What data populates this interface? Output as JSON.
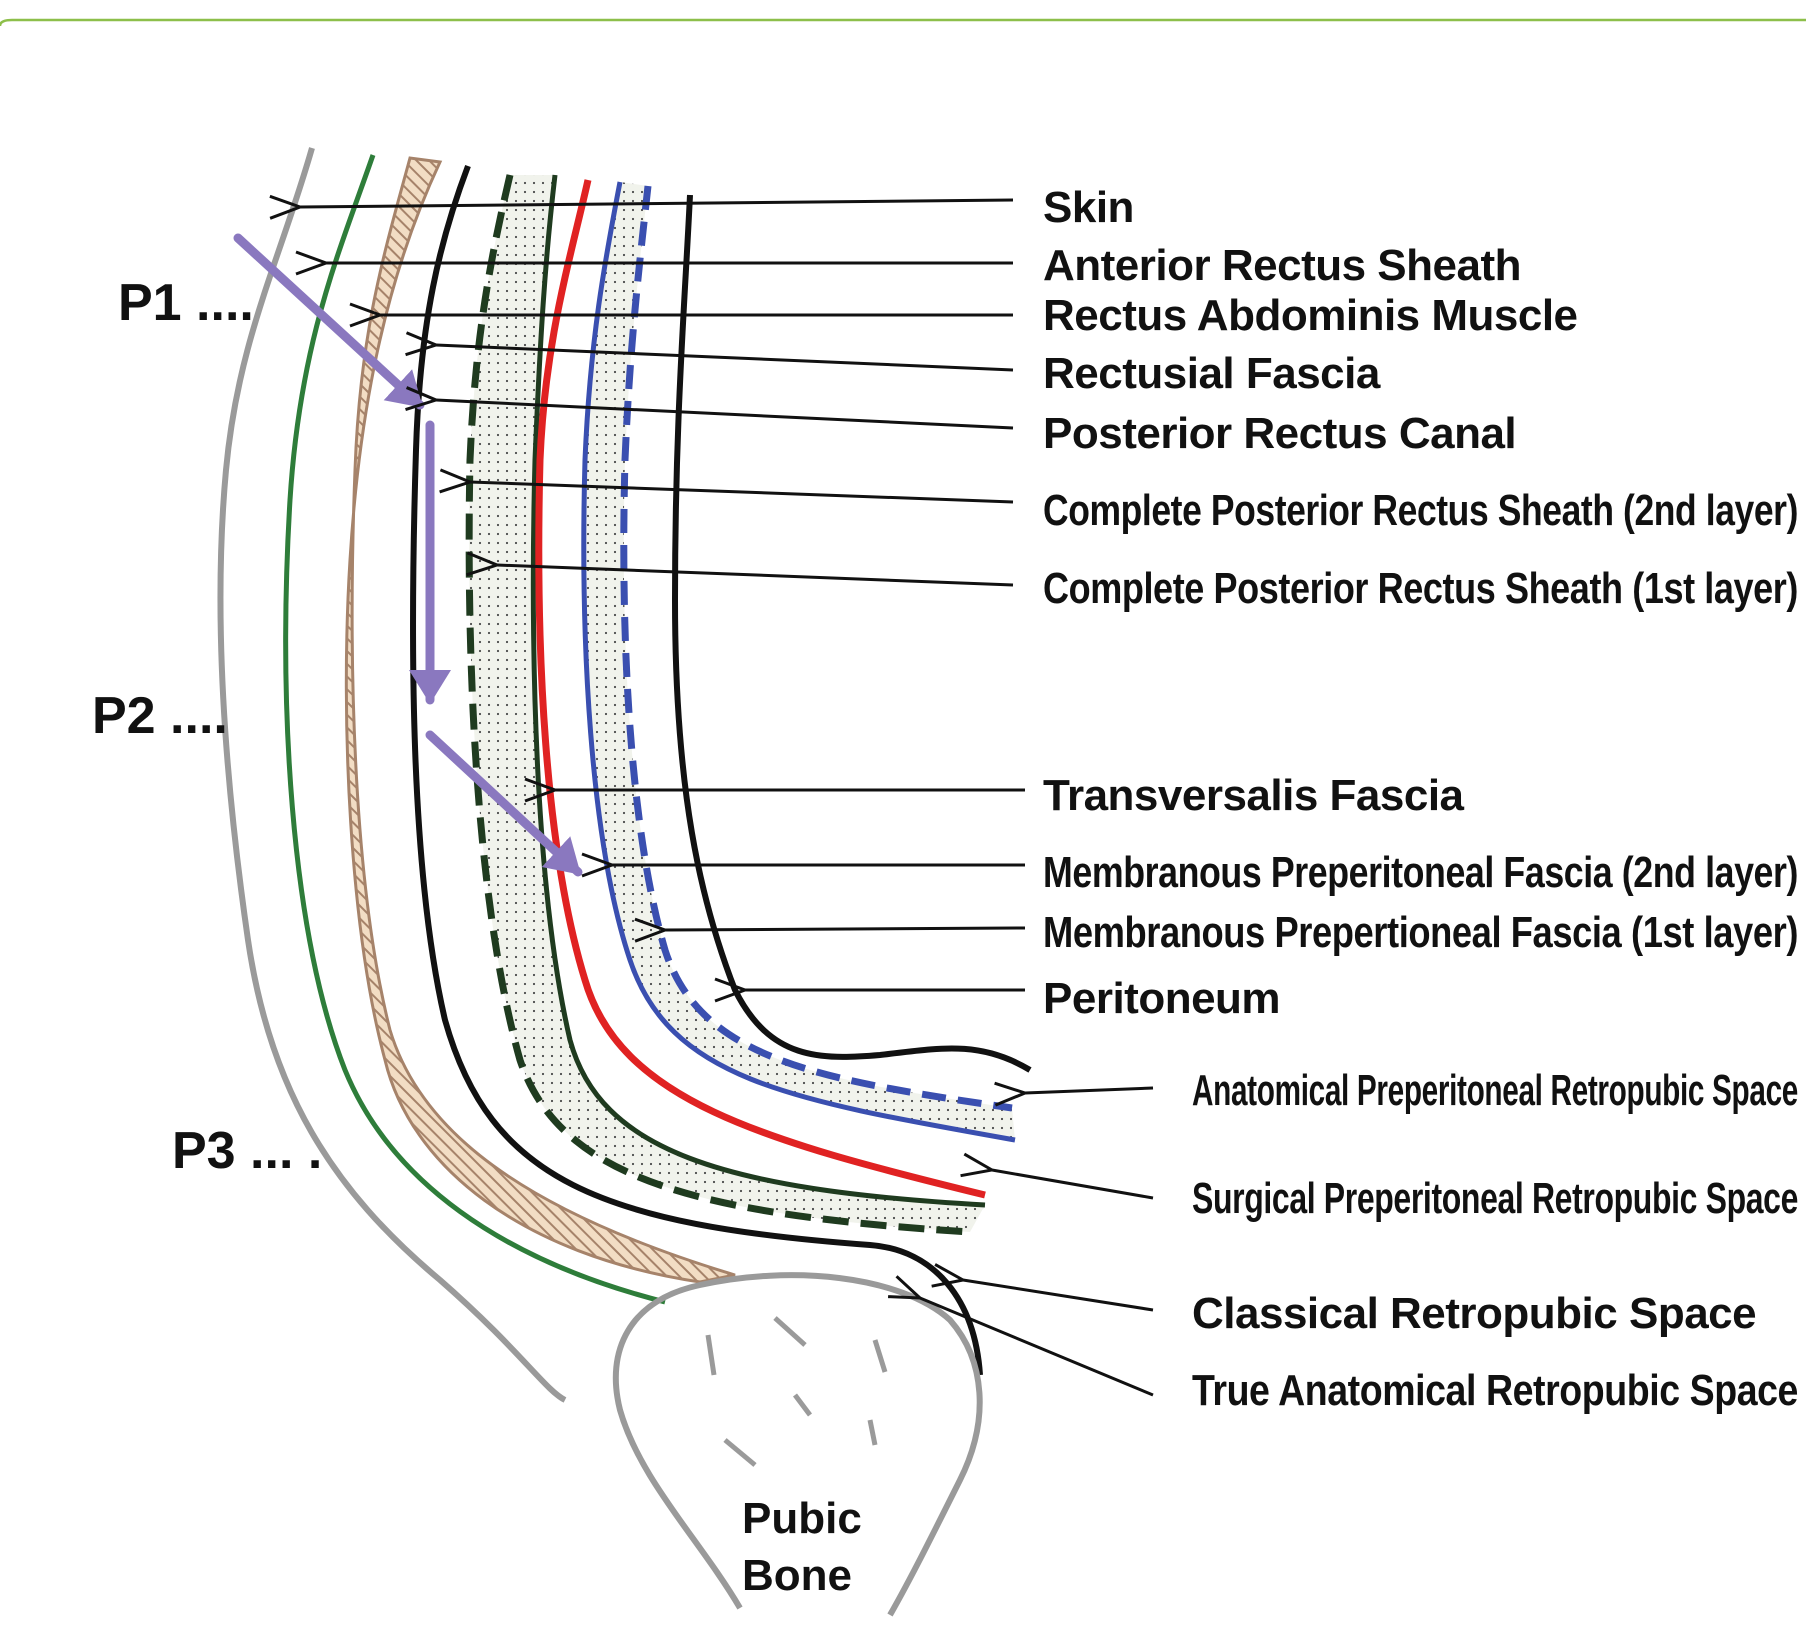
{
  "figure": {
    "colors": {
      "frame": "#8dbf4a",
      "skin": "#9a9a9a",
      "anterior_sheath": "#2e7d3a",
      "muscle_stripe": "#a6836a",
      "muscle_fill": "#f2ddc4",
      "fascia_black": "#111111",
      "dark_green": "#1f3b1f",
      "transversalis": "#e02222",
      "membranous": "#3a4fb0",
      "peritoneum": "#111111",
      "dotted_fill": "#f1f3ec",
      "arrow_purple": "#8a78bf",
      "bone": "#9a9a9a"
    },
    "layer_labels": [
      "Skin",
      "Anterior Rectus Sheath",
      "Rectus Abdominis Muscle",
      "Rectusial Fascia",
      "Posterior Rectus Canal",
      "Complete Posterior Rectus Sheath (2nd layer)",
      "Complete Posterior Rectus Sheath (1st layer)",
      "Transversalis Fascia",
      "Membranous Preperitoneal Fascia (2nd layer)",
      "Membranous Prepertioneal Fascia (1st layer)",
      "Peritoneum"
    ],
    "space_labels": [
      "Anatomical Preperitoneal Retropubic Space",
      "Surgical Preperitoneal Retropubic Space",
      "Classical Retropubic Space",
      "True Anatomical Retropubic Space"
    ],
    "position_labels": [
      "P1 ....",
      "P2 ....",
      "P3 ... ."
    ],
    "bone_label": [
      "Pubic",
      "Bone"
    ],
    "icons": [
      "arrow-pointer-icon",
      "purple-path-arrow-icon"
    ]
  }
}
